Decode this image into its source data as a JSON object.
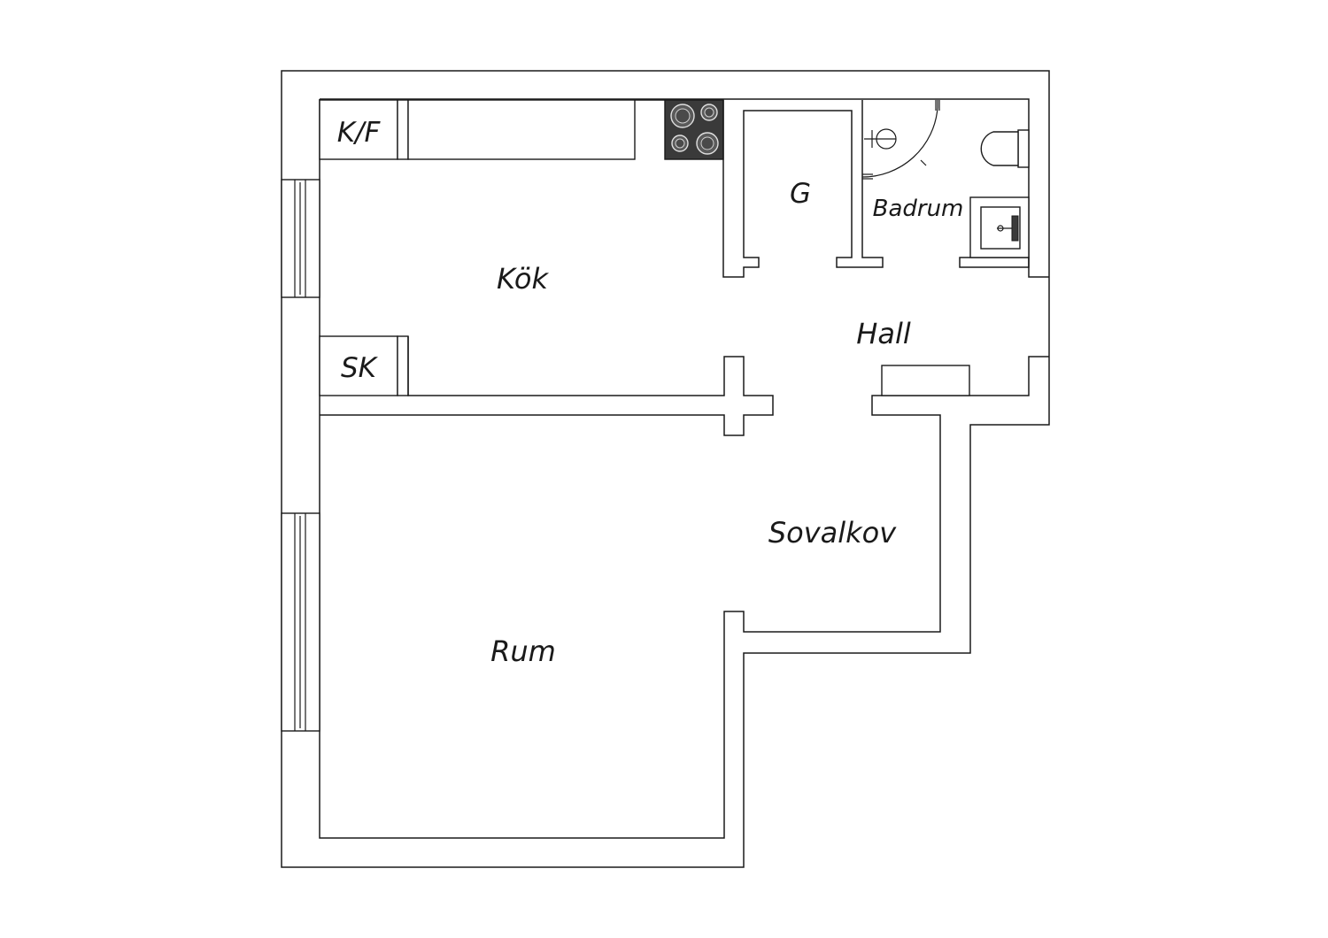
{
  "rooms": {
    "kok": "Kök",
    "garderob": "G",
    "badrum": "Badrum",
    "hall": "Hall",
    "sovalkov": "Sovalkov",
    "rum": "Rum"
  },
  "fixtures": {
    "kyl_frys": "K/F",
    "skap": "SK"
  },
  "colors": {
    "line": "#1a1a1a",
    "background": "#ffffff",
    "stove": "#3a3a3a"
  },
  "icons": [
    "stove-icon",
    "shower-icon",
    "toilet-icon",
    "sink-icon",
    "window-icon"
  ]
}
